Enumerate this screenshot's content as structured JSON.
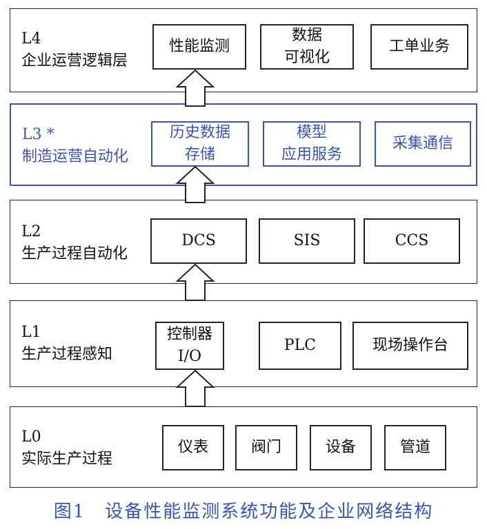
{
  "layers": [
    {
      "id": "L4",
      "code": "L4",
      "name": "企业运营逻辑层",
      "items": [
        [
          "性能监测"
        ],
        [
          "数据",
          "可视化"
        ],
        [
          "工单业务"
        ]
      ]
    },
    {
      "id": "L3",
      "code": "L3 *",
      "name": "制造运营自动化",
      "items": [
        [
          "历史数据",
          "存储"
        ],
        [
          "模型",
          "应用服务"
        ],
        [
          "采集通信"
        ]
      ]
    },
    {
      "id": "L2",
      "code": "L2",
      "name": "生产过程自动化",
      "items": [
        [
          "DCS"
        ],
        [
          "SIS"
        ],
        [
          "CCS"
        ]
      ]
    },
    {
      "id": "L1",
      "code": "L1",
      "name": "生产过程感知",
      "items": [
        [
          "控制器",
          "I/O"
        ],
        [
          "PLC"
        ],
        [
          "现场操作台"
        ]
      ]
    },
    {
      "id": "L0",
      "code": "L0",
      "name": "实际生产过程",
      "items": [
        [
          "仪表"
        ],
        [
          "阀门"
        ],
        [
          "设备"
        ],
        [
          "管道"
        ]
      ]
    }
  ],
  "caption": "图1　设备性能监测系统功能及企业网络结构",
  "colors": {
    "highlight": "#3a53b5",
    "line": "#222222"
  }
}
